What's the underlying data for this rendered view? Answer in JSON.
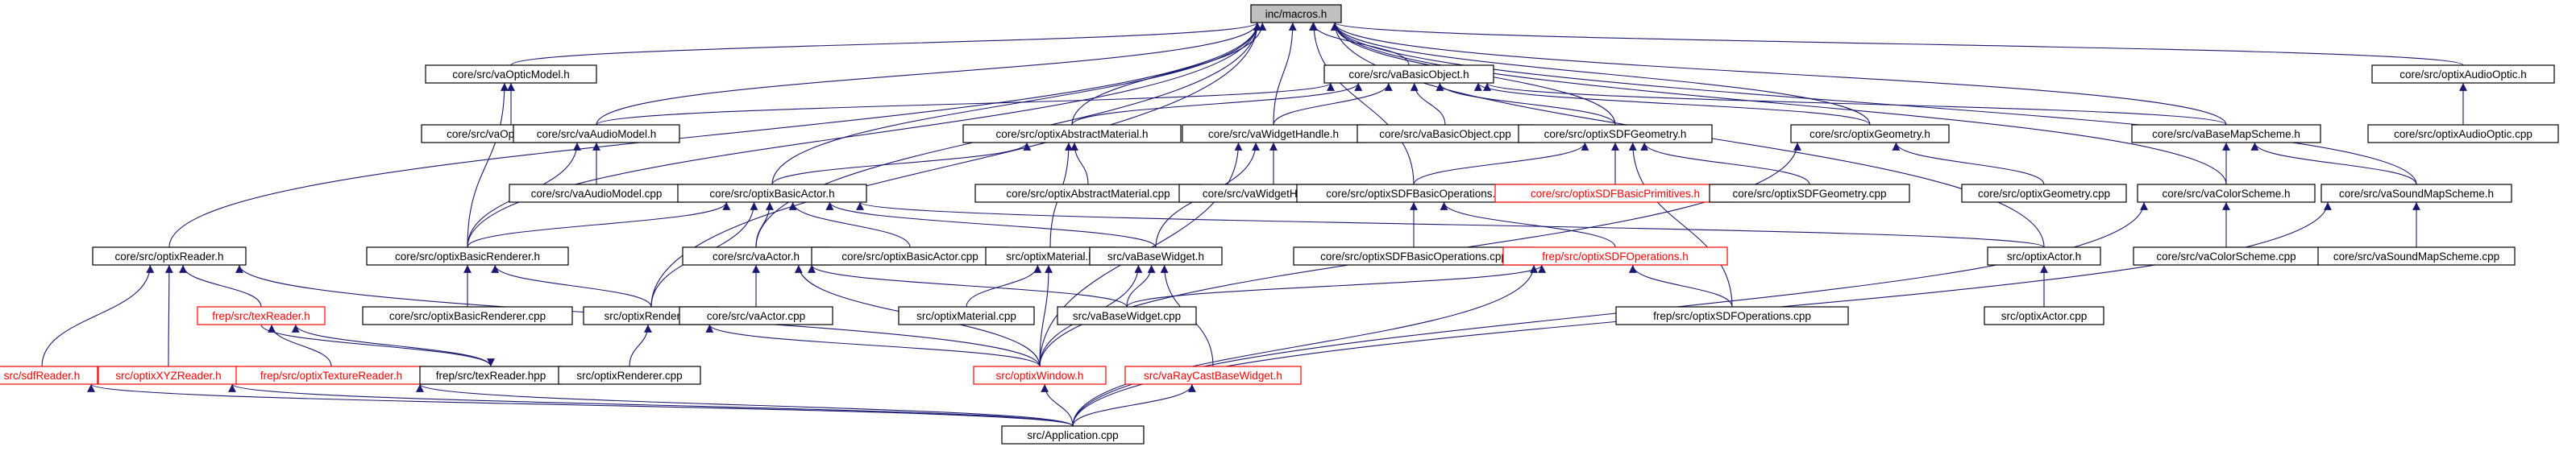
{
  "graph": {
    "type": "include-dependency-graph",
    "arrowhead_color": "#191970",
    "root_fill": "#bfbfbf",
    "truncated_stroke": "#ff0000"
  },
  "nodes": [
    {
      "id": "macros",
      "label": "inc/macros.h",
      "root": true
    },
    {
      "id": "vaOpticModel_h",
      "label": "core/src/vaOpticModel.h"
    },
    {
      "id": "vaBasicObject_h",
      "label": "core/src/vaBasicObject.h"
    },
    {
      "id": "optixAudioOptic_h",
      "label": "core/src/optixAudioOptic.h"
    },
    {
      "id": "vaOpticModel_cpp",
      "label": "core/src/vaOpticModel.cpp"
    },
    {
      "id": "vaAudioModel_h",
      "label": "core/src/vaAudioModel.h"
    },
    {
      "id": "optixAbstractMaterial_h",
      "label": "core/src/optixAbstractMaterial.h"
    },
    {
      "id": "vaWidgetHandle_h",
      "label": "core/src/vaWidgetHandle.h"
    },
    {
      "id": "vaBasicObject_cpp",
      "label": "core/src/vaBasicObject.cpp"
    },
    {
      "id": "optixSDFGeometry_h",
      "label": "core/src/optixSDFGeometry.h"
    },
    {
      "id": "optixGeometry_h",
      "label": "core/src/optixGeometry.h"
    },
    {
      "id": "vaBaseMapScheme_h",
      "label": "core/src/vaBaseMapScheme.h"
    },
    {
      "id": "optixAudioOptic_cpp",
      "label": "core/src/optixAudioOptic.cpp"
    },
    {
      "id": "vaAudioModel_cpp",
      "label": "core/src/vaAudioModel.cpp"
    },
    {
      "id": "optixBasicActor_h",
      "label": "core/src/optixBasicActor.h"
    },
    {
      "id": "optixAbstractMaterial_cpp",
      "label": "core/src/optixAbstractMaterial.cpp"
    },
    {
      "id": "vaWidgetHandle_cpp",
      "label": "core/src/vaWidgetHandle.cpp"
    },
    {
      "id": "optixSDFBasicOperations_h",
      "label": "core/src/optixSDFBasicOperations.h"
    },
    {
      "id": "optixSDFBasicPrimitives_h",
      "label": "core/src/optixSDFBasicPrimitives.h",
      "truncated": true
    },
    {
      "id": "optixSDFGeometry_cpp",
      "label": "core/src/optixSDFGeometry.cpp"
    },
    {
      "id": "optixGeometry_cpp",
      "label": "core/src/optixGeometry.cpp"
    },
    {
      "id": "vaColorScheme_h",
      "label": "core/src/vaColorScheme.h"
    },
    {
      "id": "vaSoundMapScheme_h",
      "label": "core/src/vaSoundMapScheme.h"
    },
    {
      "id": "optixReader_h",
      "label": "core/src/optixReader.h"
    },
    {
      "id": "optixBasicRenderer_h",
      "label": "core/src/optixBasicRenderer.h"
    },
    {
      "id": "vaActor_h",
      "label": "core/src/vaActor.h"
    },
    {
      "id": "optixBasicActor_cpp",
      "label": "core/src/optixBasicActor.cpp"
    },
    {
      "id": "optixMaterial_h",
      "label": "src/optixMaterial.h"
    },
    {
      "id": "vaBaseWidget_h",
      "label": "src/vaBaseWidget.h"
    },
    {
      "id": "optixSDFBasicOperations_cpp",
      "label": "core/src/optixSDFBasicOperations.cpp"
    },
    {
      "id": "frep_optixSDFOperations_h",
      "label": "frep/src/optixSDFOperations.h",
      "truncated": true
    },
    {
      "id": "optixActor_h",
      "label": "src/optixActor.h"
    },
    {
      "id": "vaColorScheme_cpp",
      "label": "core/src/vaColorScheme.cpp"
    },
    {
      "id": "vaSoundMapScheme_cpp",
      "label": "core/src/vaSoundMapScheme.cpp"
    },
    {
      "id": "frep_texReader_h",
      "label": "frep/src/texReader.h",
      "truncated": true
    },
    {
      "id": "optixBasicRenderer_cpp",
      "label": "core/src/optixBasicRenderer.cpp"
    },
    {
      "id": "optixRenderer_h",
      "label": "src/optixRenderer.h"
    },
    {
      "id": "vaActor_cpp",
      "label": "core/src/vaActor.cpp"
    },
    {
      "id": "optixMaterial_cpp",
      "label": "src/optixMaterial.cpp"
    },
    {
      "id": "vaBaseWidget_cpp",
      "label": "src/vaBaseWidget.cpp"
    },
    {
      "id": "frep_optixSDFOperations_cpp",
      "label": "frep/src/optixSDFOperations.cpp"
    },
    {
      "id": "optixActor_cpp",
      "label": "src/optixActor.cpp"
    },
    {
      "id": "sdfReader_h",
      "label": "src/sdfReader.h",
      "truncated": true
    },
    {
      "id": "optixXYZReader_h",
      "label": "src/optixXYZReader.h",
      "truncated": true
    },
    {
      "id": "frep_optixTextureReader_h",
      "label": "frep/src/optixTextureReader.h",
      "truncated": true
    },
    {
      "id": "frep_texReader_hpp",
      "label": "frep/src/texReader.hpp"
    },
    {
      "id": "optixRenderer_cpp",
      "label": "src/optixRenderer.cpp"
    },
    {
      "id": "optixWindow_h",
      "label": "src/optixWindow.h",
      "truncated": true
    },
    {
      "id": "vaRayCastBaseWidget_h",
      "label": "src/vaRayCastBaseWidget.h",
      "truncated": true
    },
    {
      "id": "Application_cpp",
      "label": "src/Application.cpp"
    }
  ],
  "edges": [
    [
      "vaOpticModel_h",
      "macros"
    ],
    [
      "vaBasicObject_h",
      "macros"
    ],
    [
      "optixAudioOptic_h",
      "macros"
    ],
    [
      "vaAudioModel_h",
      "macros"
    ],
    [
      "optixAbstractMaterial_h",
      "macros"
    ],
    [
      "vaWidgetHandle_h",
      "macros"
    ],
    [
      "optixSDFGeometry_h",
      "macros"
    ],
    [
      "optixGeometry_h",
      "macros"
    ],
    [
      "vaBaseMapScheme_h",
      "macros"
    ],
    [
      "optixBasicActor_h",
      "macros"
    ],
    [
      "optixSDFBasicOperations_h",
      "macros"
    ],
    [
      "vaColorScheme_h",
      "macros"
    ],
    [
      "vaSoundMapScheme_h",
      "macros"
    ],
    [
      "optixReader_h",
      "macros"
    ],
    [
      "optixBasicRenderer_h",
      "macros"
    ],
    [
      "vaActor_h",
      "macros"
    ],
    [
      "optixActor_h",
      "macros"
    ],
    [
      "optixRenderer_h",
      "macros"
    ],
    [
      "vaOpticModel_cpp",
      "vaOpticModel_h"
    ],
    [
      "optixBasicRenderer_h",
      "vaOpticModel_h"
    ],
    [
      "optixAudioOptic_cpp",
      "optixAudioOptic_h"
    ],
    [
      "vaAudioModel_h",
      "vaBasicObject_h"
    ],
    [
      "optixAbstractMaterial_h",
      "vaBasicObject_h"
    ],
    [
      "vaWidgetHandle_h",
      "vaBasicObject_h"
    ],
    [
      "vaBasicObject_cpp",
      "vaBasicObject_h"
    ],
    [
      "optixSDFGeometry_h",
      "vaBasicObject_h"
    ],
    [
      "optixGeometry_h",
      "vaBasicObject_h"
    ],
    [
      "vaBaseMapScheme_h",
      "vaBasicObject_h"
    ],
    [
      "vaAudioModel_cpp",
      "vaAudioModel_h"
    ],
    [
      "optixBasicRenderer_h",
      "vaAudioModel_h"
    ],
    [
      "optixBasicActor_h",
      "optixAbstractMaterial_h"
    ],
    [
      "optixAbstractMaterial_cpp",
      "optixAbstractMaterial_h"
    ],
    [
      "optixMaterial_h",
      "optixAbstractMaterial_h"
    ],
    [
      "vaWidgetHandle_cpp",
      "vaWidgetHandle_h"
    ],
    [
      "vaBaseWidget_h",
      "vaWidgetHandle_h"
    ],
    [
      "optixWindow_h",
      "vaWidgetHandle_h"
    ],
    [
      "optixSDFBasicOperations_h",
      "optixSDFGeometry_h"
    ],
    [
      "optixSDFBasicPrimitives_h",
      "optixSDFGeometry_h"
    ],
    [
      "optixSDFGeometry_cpp",
      "optixSDFGeometry_h"
    ],
    [
      "frep_optixSDFOperations_cpp",
      "optixSDFGeometry_h"
    ],
    [
      "optixGeometry_cpp",
      "optixGeometry_h"
    ],
    [
      "optixWindow_h",
      "optixGeometry_h"
    ],
    [
      "vaColorScheme_h",
      "vaBaseMapScheme_h"
    ],
    [
      "vaSoundMapScheme_h",
      "vaBaseMapScheme_h"
    ],
    [
      "optixBasicRenderer_h",
      "optixBasicActor_h"
    ],
    [
      "vaActor_h",
      "optixBasicActor_h"
    ],
    [
      "optixBasicActor_cpp",
      "optixBasicActor_h"
    ],
    [
      "vaBaseWidget_h",
      "optixBasicActor_h"
    ],
    [
      "optixActor_h",
      "optixBasicActor_h"
    ],
    [
      "optixRenderer_h",
      "optixBasicActor_h"
    ],
    [
      "optixSDFBasicOperations_cpp",
      "optixSDFBasicOperations_h"
    ],
    [
      "frep_optixSDFOperations_h",
      "optixSDFBasicOperations_h"
    ],
    [
      "vaColorScheme_cpp",
      "vaColorScheme_h"
    ],
    [
      "Application_cpp",
      "vaColorScheme_h"
    ],
    [
      "vaSoundMapScheme_cpp",
      "vaSoundMapScheme_h"
    ],
    [
      "Application_cpp",
      "vaSoundMapScheme_h"
    ],
    [
      "frep_texReader_h",
      "optixReader_h"
    ],
    [
      "sdfReader_h",
      "optixReader_h"
    ],
    [
      "optixXYZReader_h",
      "optixReader_h"
    ],
    [
      "optixWindow_h",
      "optixReader_h"
    ],
    [
      "optixBasicRenderer_cpp",
      "optixBasicRenderer_h"
    ],
    [
      "optixRenderer_h",
      "optixBasicRenderer_h"
    ],
    [
      "vaActor_cpp",
      "vaActor_h"
    ],
    [
      "vaBaseWidget_cpp",
      "vaActor_h"
    ],
    [
      "optixWindow_h",
      "vaActor_h"
    ],
    [
      "optixMaterial_cpp",
      "optixMaterial_h"
    ],
    [
      "optixWindow_h",
      "optixMaterial_h"
    ],
    [
      "vaBaseWidget_cpp",
      "vaBaseWidget_h"
    ],
    [
      "optixWindow_h",
      "vaBaseWidget_h"
    ],
    [
      "vaRayCastBaseWidget_h",
      "vaBaseWidget_h"
    ],
    [
      "frep_optixSDFOperations_cpp",
      "frep_optixSDFOperations_h"
    ],
    [
      "vaBaseWidget_cpp",
      "frep_optixSDFOperations_h"
    ],
    [
      "Application_cpp",
      "frep_optixSDFOperations_h"
    ],
    [
      "optixActor_cpp",
      "optixActor_h"
    ],
    [
      "frep_optixTextureReader_h",
      "frep_texReader_h"
    ],
    [
      "frep_texReader_hpp",
      "frep_texReader_h"
    ],
    [
      "frep_texReader_h",
      "frep_texReader_hpp"
    ],
    [
      "optixRenderer_cpp",
      "optixRenderer_h"
    ],
    [
      "optixWindow_h",
      "optixRenderer_h"
    ],
    [
      "Application_cpp",
      "optixWindow_h"
    ],
    [
      "Application_cpp",
      "vaRayCastBaseWidget_h"
    ],
    [
      "Application_cpp",
      "sdfReader_h"
    ],
    [
      "Application_cpp",
      "optixXYZReader_h"
    ],
    [
      "Application_cpp",
      "frep_optixTextureReader_h"
    ]
  ]
}
